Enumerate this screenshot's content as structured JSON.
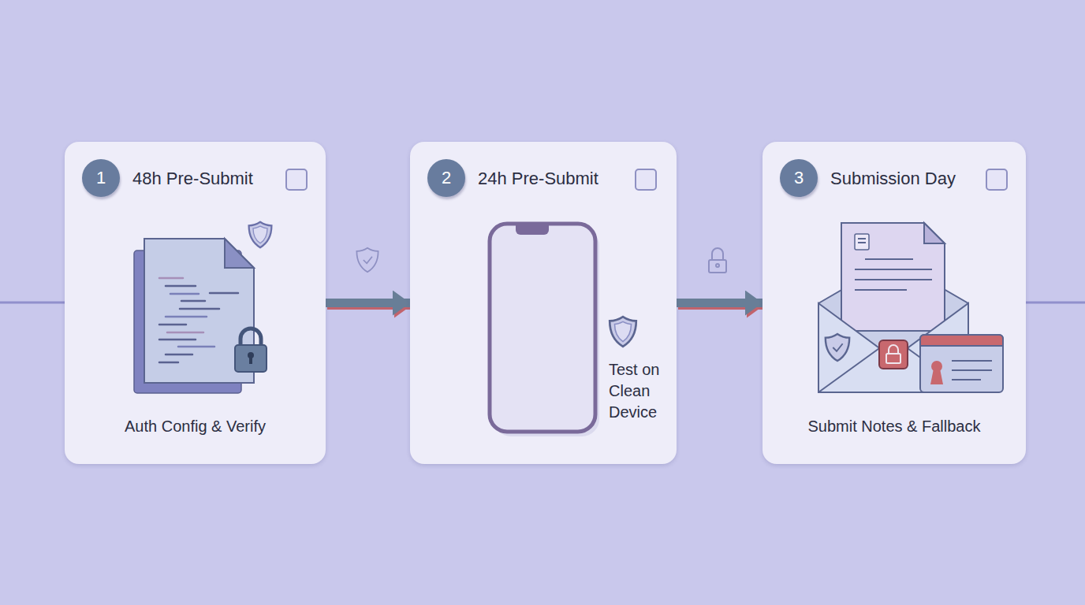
{
  "diagram": {
    "nodes": [
      {
        "text": [
          "48h Pre-Submit",
          "Auth Config & Verify"
        ]
      },
      {
        "text": [
          "1"
        ],
        "in": 0
      },
      {
        "text": [
          "24h Pre-Submit",
          "Test on Clean Device"
        ]
      },
      {
        "text": [
          "2"
        ],
        "in": 2
      },
      {
        "text": [
          "Submission Day",
          "Submit Notes & Fallback"
        ]
      },
      {
        "text": [
          "3"
        ],
        "in": 4
      }
    ],
    "edges": [
      {
        "from": 0,
        "to": 2,
        "arrow": "to"
      },
      {
        "from": 2,
        "to": 4,
        "arrow": "to"
      }
    ]
  }
}
